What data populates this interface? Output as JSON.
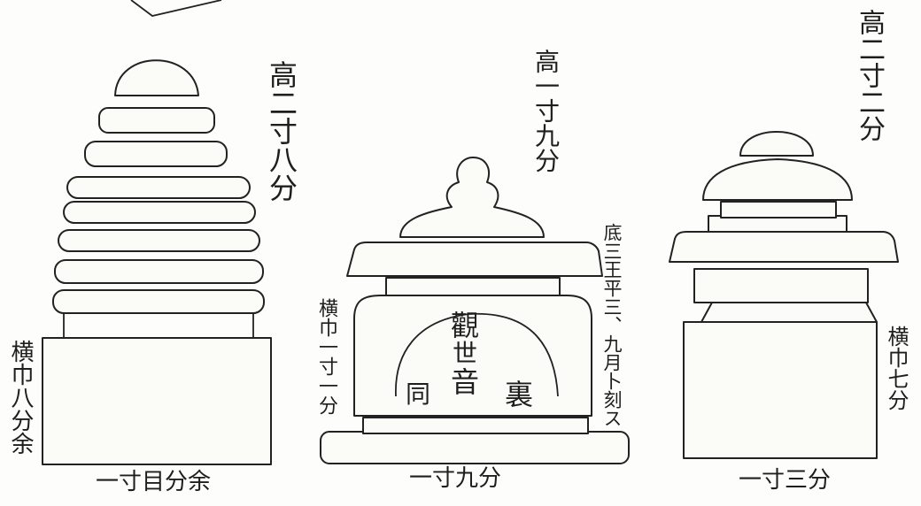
{
  "figures": [
    {
      "id": "left",
      "height_label": "高二寸八分",
      "width_label": "横巾八分余",
      "base_label": "一寸目分余"
    },
    {
      "id": "center",
      "height_label": "高一寸九分",
      "width_label": "横巾一寸一分",
      "base_label": "一寸九分",
      "bottom_note": "底三王平三、九月卜刻ス",
      "inscription_title_top": "觀",
      "inscription_title_mid": "世",
      "inscription_title_bottom": "音",
      "inscription_left": "同",
      "inscription_right": "裏"
    },
    {
      "id": "right",
      "height_label": "高二寸二分",
      "width_label": "横巾七分",
      "base_label": "一寸三分"
    }
  ]
}
